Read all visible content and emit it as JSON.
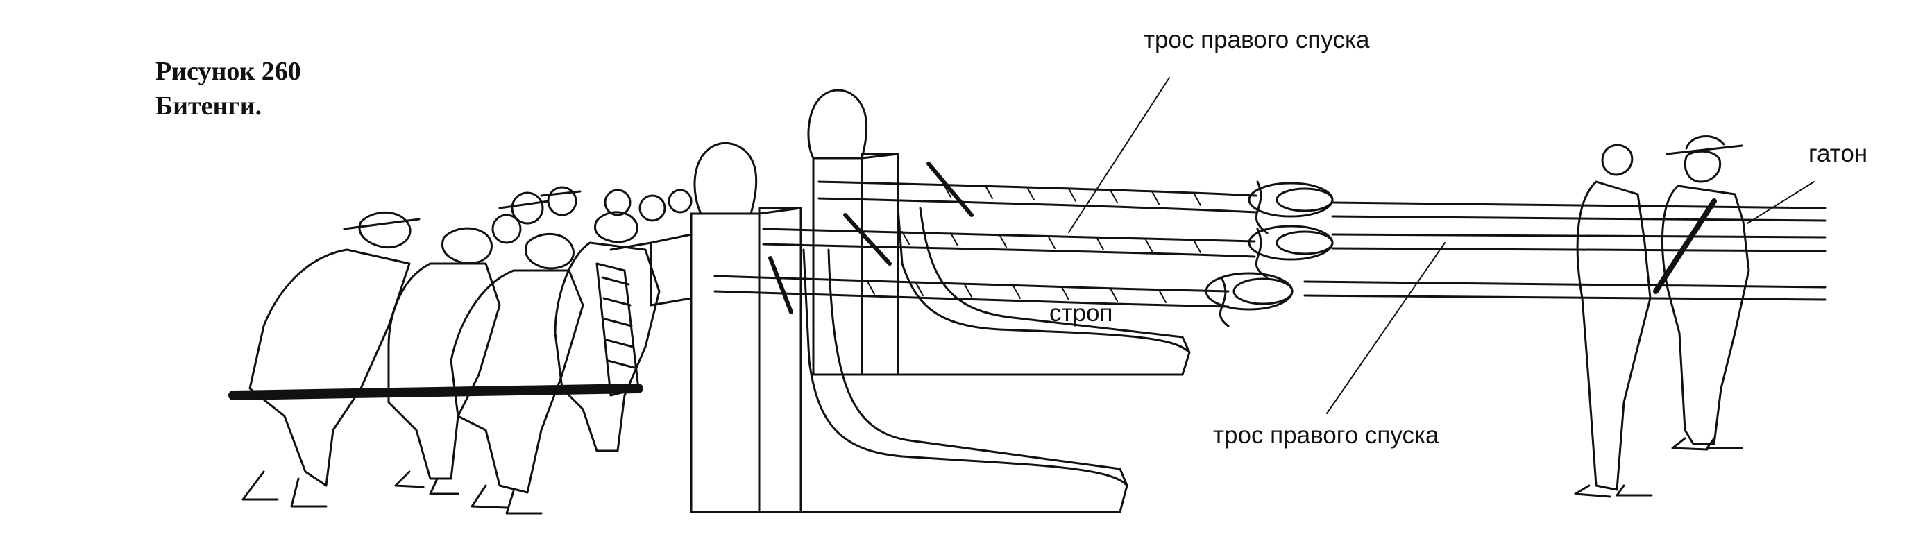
{
  "figure": {
    "number": "Рисунок 260",
    "title": "Битенги."
  },
  "labels": {
    "tros_top": "трос правого спуска",
    "strop": "строп",
    "tros_bottom": "трос правого спуска",
    "gaton": "гатон"
  },
  "colors": {
    "ink": "#111111",
    "background": "#ffffff"
  }
}
